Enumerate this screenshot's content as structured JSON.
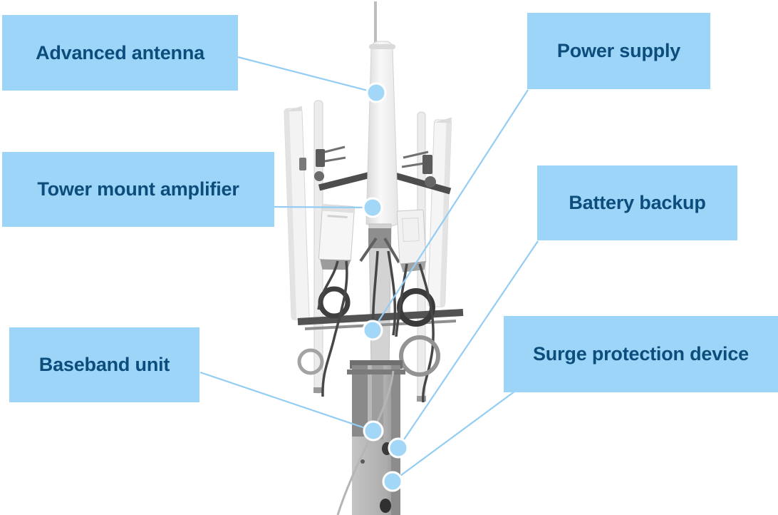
{
  "subject": "Cell tower mast with antennas and mounted equipment",
  "colors": {
    "label_bg": "#9cd5f8",
    "label_text": "#0d4d7c",
    "connector": "#93cdf3",
    "marker_fill": "#a3d7f7",
    "marker_stroke": "#ffffff",
    "background": "#ffffff"
  },
  "callouts": [
    {
      "id": "advanced-antenna",
      "label": "Advanced antenna"
    },
    {
      "id": "power-supply",
      "label": "Power supply"
    },
    {
      "id": "tower-mount-amplifier",
      "label": "Tower mount amplifier"
    },
    {
      "id": "battery-backup",
      "label": "Battery backup"
    },
    {
      "id": "baseband-unit",
      "label": "Baseband unit"
    },
    {
      "id": "surge-protection-device",
      "label": "Surge protection device"
    }
  ]
}
